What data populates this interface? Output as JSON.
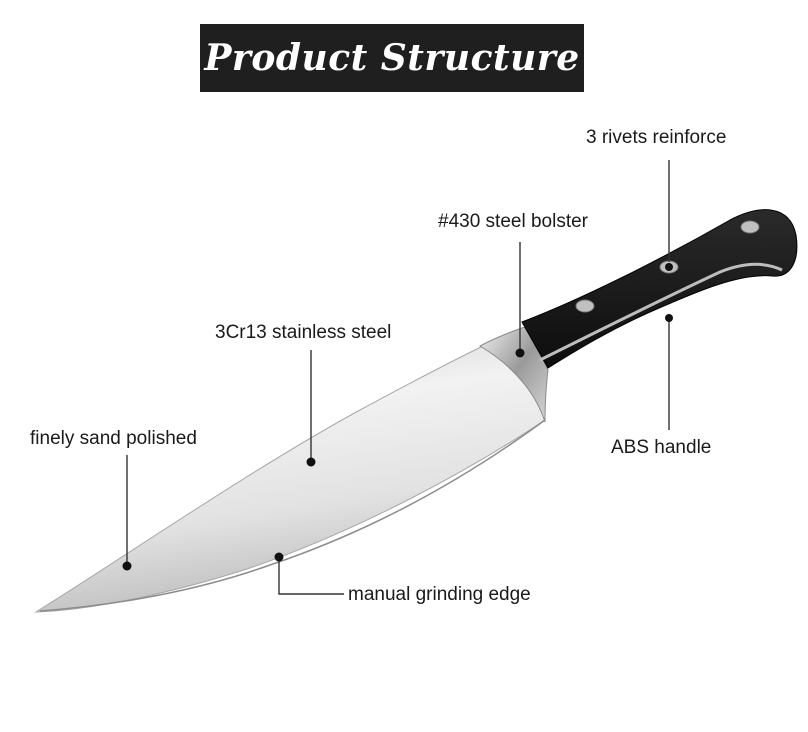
{
  "title": "Product Structure",
  "labels": {
    "rivets": "3 rivets reinforce",
    "bolster": "#430 steel bolster",
    "steel": "3Cr13 stainless steel",
    "polished": "finely sand polished",
    "handle": "ABS handle",
    "edge": "manual grinding edge"
  },
  "colors": {
    "title_bg": "#1f1f1f",
    "handle": "#1a1a1a",
    "blade": "#e6e6e6",
    "leader": "#333333"
  }
}
